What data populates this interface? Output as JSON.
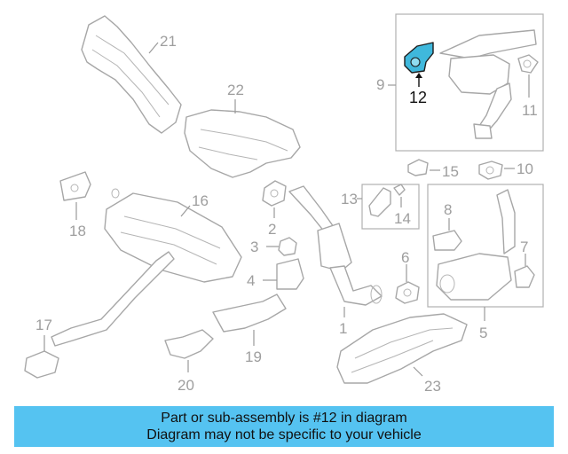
{
  "diagram": {
    "part_numbers": [
      "1",
      "2",
      "3",
      "4",
      "5",
      "6",
      "7",
      "8",
      "9",
      "10",
      "11",
      "12",
      "13",
      "14",
      "15",
      "16",
      "17",
      "18",
      "19",
      "20",
      "21",
      "22",
      "23"
    ],
    "highlighted_part": "12",
    "highlight_color": "#3fb8dc",
    "line_color": "#a7a7a7"
  },
  "banner": {
    "line1": "Part or sub-assembly is #12 in diagram",
    "line2": "Diagram may not be specific to your vehicle",
    "background": "#55c3f1"
  }
}
